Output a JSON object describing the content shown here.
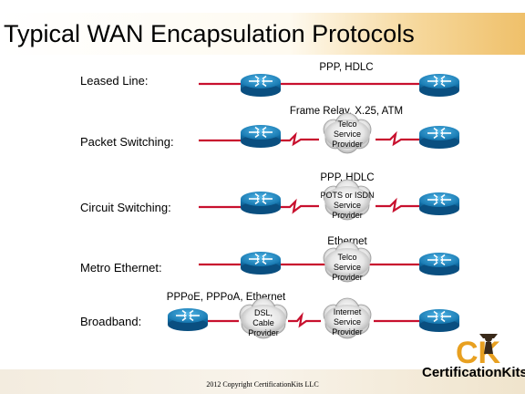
{
  "title": "Typical WAN Encapsulation Protocols",
  "rows": [
    {
      "label": "Leased Line:",
      "protocol": "PPP, HDLC",
      "clouds": []
    },
    {
      "label": "Packet Switching:",
      "protocol": "Frame Relay, X.25, ATM",
      "clouds": [
        [
          "Telco",
          "Service",
          "Provider"
        ]
      ]
    },
    {
      "label": "Circuit Switching:",
      "protocol": "PPP, HDLC",
      "clouds": [
        [
          "POTS or ISDN",
          "Service",
          "Provider"
        ]
      ]
    },
    {
      "label": "Metro Ethernet:",
      "protocol": "Ethernet",
      "clouds": [
        [
          "Telco",
          "Service",
          "Provider"
        ]
      ]
    },
    {
      "label": "Broadband:",
      "protocol": "PPPoE, PPPoA, Ethernet",
      "clouds": [
        [
          "DSL,",
          "Cable",
          "Provider"
        ],
        [
          "Internet",
          "Service",
          "Provider"
        ]
      ]
    }
  ],
  "footer": {
    "copyright": "2012 Copyright CertificationKits LLC",
    "logo": "CertificationKits",
    "logo_mark": "CK"
  },
  "colors": {
    "link": "#c8102e",
    "router": "#1e8fc8",
    "title_accent": "#efc06a"
  }
}
